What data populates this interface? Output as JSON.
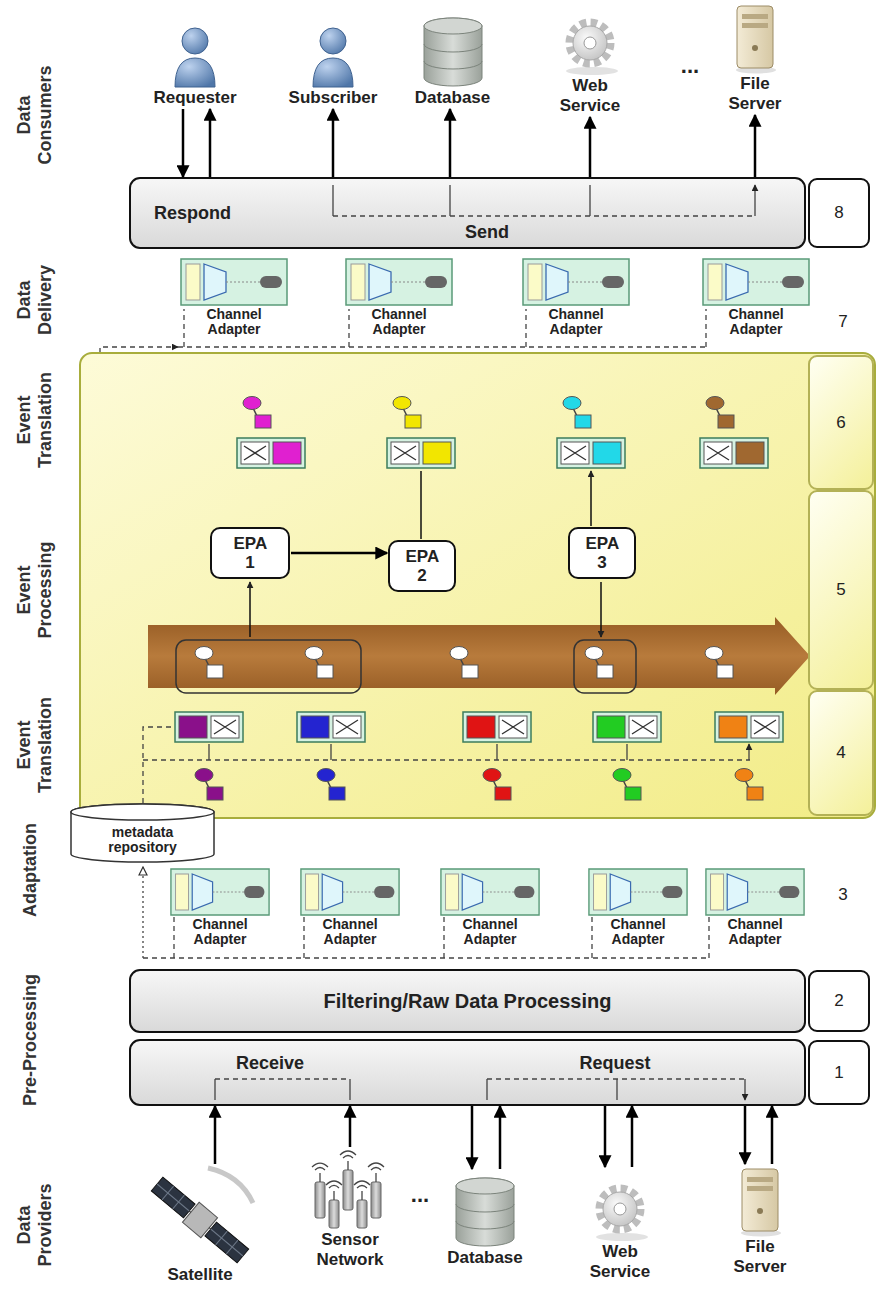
{
  "diagram": {
    "nodes": [
      {
        "text": [
          "Requester"
        ]
      },
      {
        "text": [
          "Subscriber"
        ]
      },
      {
        "text": [
          "Database"
        ]
      },
      {
        "text": [
          "Web Service"
        ]
      },
      {
        "text": [
          "File Server"
        ]
      },
      {
        "text": [
          "Respond",
          "Send"
        ]
      },
      {
        "text": [
          "8"
        ]
      },
      {
        "text": [
          "Channel Adapter"
        ]
      },
      {
        "text": [
          "Channel Adapter"
        ]
      },
      {
        "text": [
          "Channel Adapter"
        ]
      },
      {
        "text": [
          "Channel Adapter"
        ]
      },
      {
        "text": [
          "6"
        ]
      },
      {
        "text": [
          "EPA 1"
        ]
      },
      {
        "text": [
          "EPA 2"
        ]
      },
      {
        "text": [
          "EPA 3"
        ]
      },
      {
        "text": [
          "5"
        ]
      },
      {
        "text": [
          "4"
        ]
      },
      {
        "text": [
          "metadata repository"
        ]
      },
      {
        "text": [
          "Channel Adapter"
        ]
      },
      {
        "text": [
          "Channel Adapter"
        ]
      },
      {
        "text": [
          "Channel Adapter"
        ]
      },
      {
        "text": [
          "Channel Adapter"
        ]
      },
      {
        "text": [
          "Channel Adapter"
        ]
      },
      {
        "text": [
          "Filtering/Raw Data Processing"
        ]
      },
      {
        "text": [
          "2"
        ]
      },
      {
        "text": [
          "Receive",
          "Request"
        ]
      },
      {
        "text": [
          "1"
        ]
      },
      {
        "text": [
          "Satellite"
        ]
      },
      {
        "text": [
          "Sensor Network"
        ]
      },
      {
        "text": [
          "Database"
        ]
      },
      {
        "text": [
          "Web Service"
        ]
      },
      {
        "text": [
          "File Server"
        ]
      }
    ],
    "edges": [
      {
        "from": 0,
        "to": 5,
        "arrow": "to"
      },
      {
        "from": 5,
        "to": 0,
        "arrow": "to"
      },
      {
        "from": 5,
        "to": 1,
        "arrow": "to"
      },
      {
        "from": 5,
        "to": 2,
        "arrow": "to"
      },
      {
        "from": 5,
        "to": 3,
        "arrow": "to"
      },
      {
        "from": 5,
        "to": 4,
        "arrow": "to"
      },
      {
        "from": 12,
        "to": 13,
        "arrow": "to"
      },
      {
        "from": 27,
        "to": 25,
        "arrow": "to"
      },
      {
        "from": 28,
        "to": 25,
        "arrow": "to"
      },
      {
        "from": 25,
        "to": 29,
        "arrow": "to"
      },
      {
        "from": 29,
        "to": 25,
        "arrow": "to"
      },
      {
        "from": 25,
        "to": 30,
        "arrow": "to"
      },
      {
        "from": 30,
        "to": 25,
        "arrow": "to"
      },
      {
        "from": 25,
        "to": 31,
        "arrow": "to"
      },
      {
        "from": 31,
        "to": 25,
        "arrow": "to"
      }
    ],
    "labels": [
      "Data Consumers",
      "...",
      "Data Delivery",
      "7",
      "Event Translation",
      "Event Processing",
      "Event Translation",
      "Adaptation",
      "3",
      "Pre-Processing",
      "Data Providers",
      "..."
    ]
  }
}
